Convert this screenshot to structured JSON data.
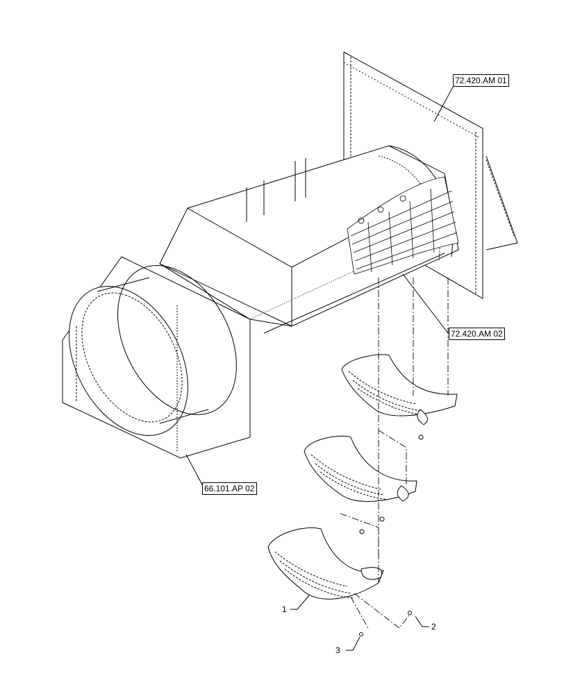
{
  "references": {
    "ref_top": "72.420.AM 01",
    "ref_middle": "72.420.AM 02",
    "ref_left": "66.101.AP 02"
  },
  "callouts": {
    "item_1": "1",
    "item_2": "2",
    "item_3": "3"
  },
  "colors": {
    "line": "#000000",
    "background": "#ffffff"
  }
}
